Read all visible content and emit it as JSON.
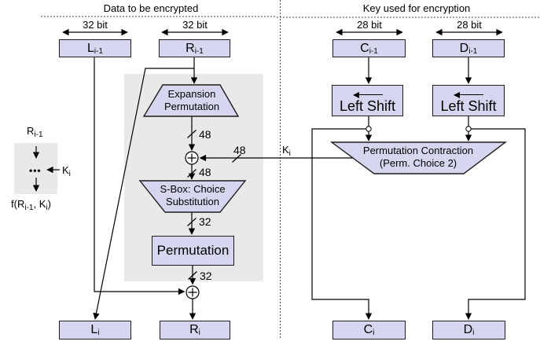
{
  "headers": {
    "left": "Data to be encrypted",
    "right": "Key used for encryption"
  },
  "bit_widths": {
    "l": "32 bit",
    "r": "32 bit",
    "c": "28 bit",
    "d": "28 bit"
  },
  "registers": {
    "l_prev": {
      "main": "L",
      "sub": "i-1"
    },
    "r_prev": {
      "main": "R",
      "sub": "i-1"
    },
    "c_prev": {
      "main": "C",
      "sub": "i-1"
    },
    "d_prev": {
      "main": "D",
      "sub": "i-1"
    },
    "l_next": {
      "main": "L",
      "sub": "i"
    },
    "r_next": {
      "main": "R",
      "sub": "i"
    },
    "c_next": {
      "main": "C",
      "sub": "i"
    },
    "d_next": {
      "main": "D",
      "sub": "i"
    }
  },
  "blocks": {
    "expansion": {
      "line1": "Expansion",
      "line2": "Permutation"
    },
    "sbox": {
      "line1": "S-Box: Choice",
      "line2": "Substitution"
    },
    "permutation": "Permutation",
    "left_shift_c": "Left Shift",
    "left_shift_d": "Left Shift",
    "perm_contraction": {
      "line1": "Permutation Contraction",
      "line2": "(Perm. Choice 2)"
    }
  },
  "wire_labels": {
    "expansion_out": "48",
    "key_in": "48",
    "xor_out": "48",
    "sbox_out": "32",
    "perm_out": "32",
    "k": {
      "main": "K",
      "sub": "i"
    }
  },
  "legend": {
    "input": {
      "main": "R",
      "sub": "i-1"
    },
    "dots": "•••",
    "k": {
      "main": "K",
      "sub": "i"
    },
    "f_prefix": "f(R",
    "f_sub1": "i-1",
    "f_mid": ", K",
    "f_sub2": "i",
    "f_suffix": ")"
  },
  "colors": {
    "box_fill": "#d6d6f0",
    "panel_gray": "#e9e9e9",
    "line": "#000000"
  }
}
